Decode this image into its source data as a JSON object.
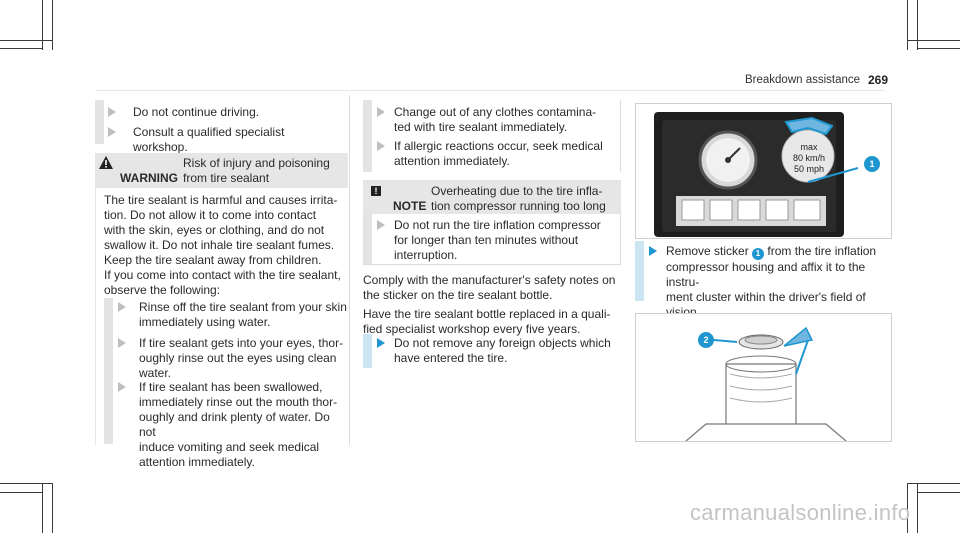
{
  "header": {
    "section": "Breakdown assistance",
    "page_number": "269"
  },
  "col1": {
    "bullets_top": [
      "Do not continue driving.",
      "Consult a qualified specialist workshop."
    ],
    "warning": {
      "label": "WARNING",
      "title": "Risk of injury and poisoning\nfrom tire sealant",
      "body1": "The tire sealant is harmful and causes irrita-\ntion. Do not allow it to come into contact\nwith the skin, eyes or clothing, and do not\nswallow it. Do not inhale tire sealant fumes.\nKeep the tire sealant away from children.",
      "body2": "If you come into contact with the tire sealant,\nobserve the following:",
      "bullets": [
        "Rinse off the tire sealant from your skin\nimmediately using water.",
        "If tire sealant gets into your eyes, thor-\noughly rinse out the eyes using clean\nwater.",
        "If tire sealant has been swallowed,\nimmediately rinse out the mouth thor-\noughly and drink plenty of water. Do not\ninduce vomiting and seek medical\nattention immediately."
      ]
    }
  },
  "col2": {
    "bullets_top": [
      "Change out of any clothes contamina-\nted with tire sealant immediately.",
      "If allergic reactions occur, seek medical\nattention immediately."
    ],
    "note": {
      "label": "NOTE",
      "title": "Overheating due to the tire infla-\ntion compressor running too long",
      "bullet": "Do not run the tire inflation compressor\nfor longer than ten minutes without\ninterruption."
    },
    "para1": "Comply with the manufacturer's safety notes on\nthe sticker on the tire sealant bottle.",
    "para2": "Have the tire sealant bottle replaced in a quali-\nfied specialist workshop every five years.",
    "bullet_last": "Do not remove any foreign objects which\nhave entered the tire."
  },
  "col3": {
    "figure1": {
      "sticker_lines": [
        "max",
        "80 km/h",
        "50 mph"
      ],
      "callout": "1"
    },
    "step_before": "Remove sticker",
    "step_badge": "1",
    "step_after": " from the tire inflation\ncompressor housing and affix it to the instru-\nment cluster within the driver's field of\nvision.",
    "figure2": {
      "callout": "2"
    }
  },
  "watermark": "carmanualsonline.info",
  "colors": {
    "accent": "#1f96d0",
    "warning_bg": "#e6e6e6",
    "sidebar": "#e3e3e3",
    "sidebar_blue": "#cbe5f3"
  }
}
